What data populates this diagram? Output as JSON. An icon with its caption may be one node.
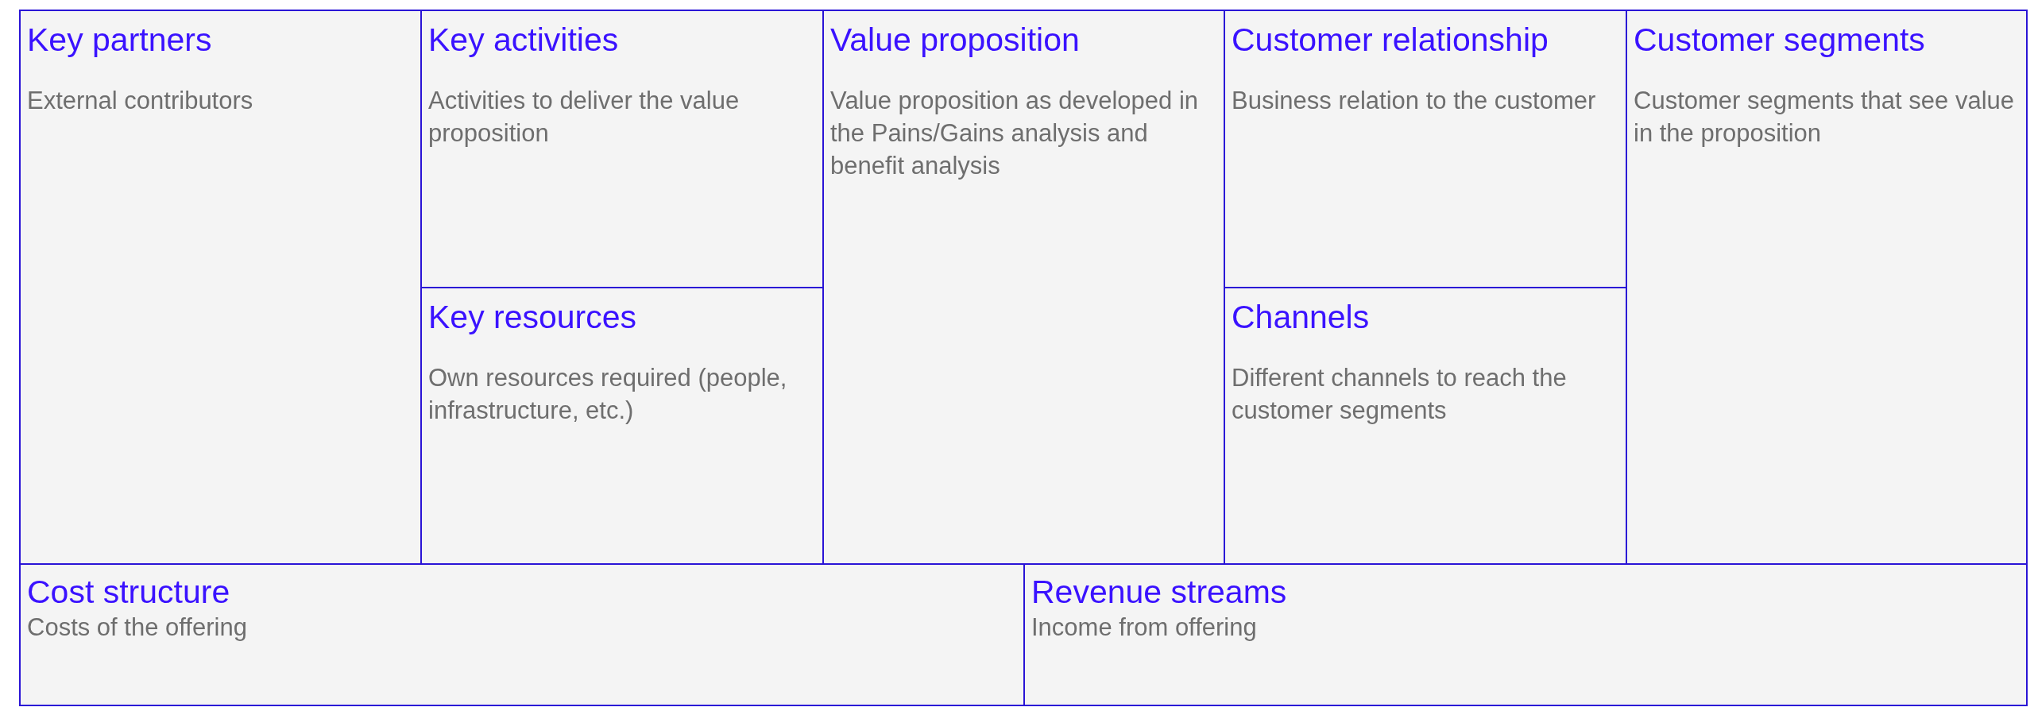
{
  "diagram": {
    "nodes": [
      {
        "text": [
          "Key partners",
          "External contributors"
        ]
      },
      {
        "text": [
          "Key activities",
          "Activities to deliver the value proposition"
        ]
      },
      {
        "text": [
          "Value proposition",
          "Value proposition as developed in the Pains/Gains analysis and benefit analysis"
        ]
      },
      {
        "text": [
          "Customer relationship",
          "Business relation to the customer"
        ]
      },
      {
        "text": [
          "Customer segments",
          "Customer segments that see value in the proposition"
        ]
      },
      {
        "text": [
          "Key resources",
          "Own resources required (people, infrastructure, etc.)"
        ]
      },
      {
        "text": [
          "Channels",
          "Different channels to reach the customer segments"
        ]
      },
      {
        "text": [
          "Cost structure",
          "Costs of the offering"
        ]
      },
      {
        "text": [
          "Revenue streams",
          "Income from offering"
        ]
      }
    ]
  }
}
